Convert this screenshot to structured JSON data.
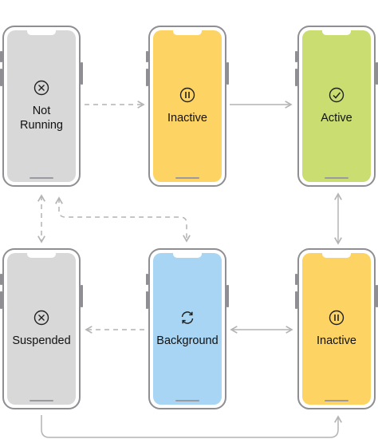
{
  "states": {
    "not_running": {
      "line1": "Not",
      "line2": "Running",
      "icon": "x-circle-icon"
    },
    "inactive_top": {
      "label": "Inactive",
      "icon": "pause-circle-icon"
    },
    "active": {
      "label": "Active",
      "icon": "checkmark-circle-icon"
    },
    "suspended": {
      "label": "Suspended",
      "icon": "x-circle-icon"
    },
    "background": {
      "label": "Background",
      "icon": "refresh-cycle-icon"
    },
    "inactive_bottom": {
      "label": "Inactive",
      "icon": "pause-circle-icon"
    }
  },
  "colors": {
    "gray": "#d8d8d8",
    "yellow": "#fdd364",
    "green": "#c9dd71",
    "blue": "#a7d5f3",
    "arrow": "#b4b4b4"
  }
}
